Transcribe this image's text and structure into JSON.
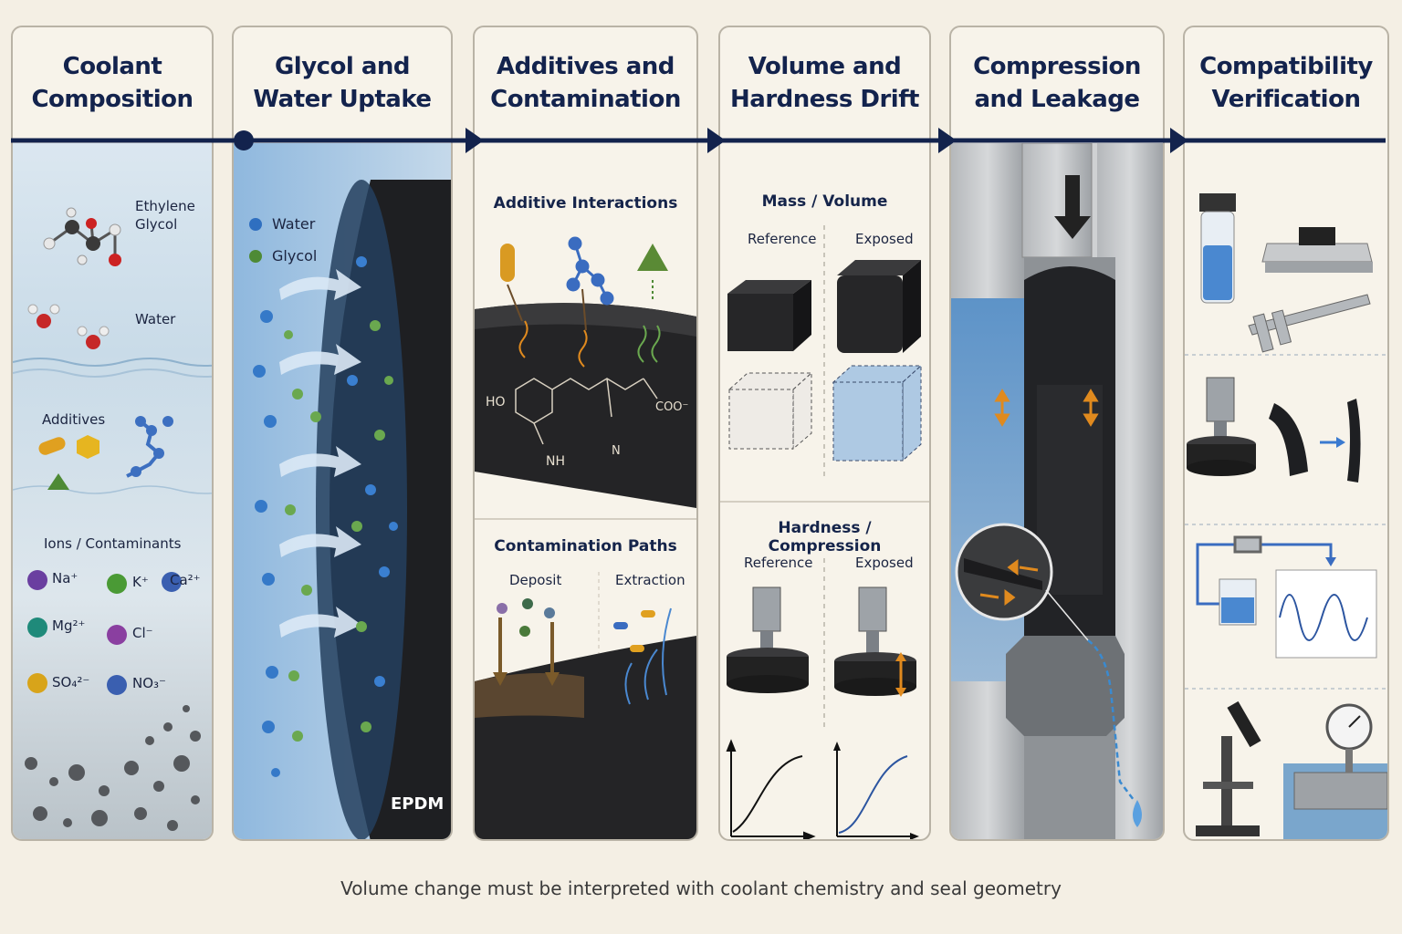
{
  "panels": [
    {
      "title": "Coolant\nComposition"
    },
    {
      "title": "Glycol and\nWater Uptake"
    },
    {
      "title": "Additives and\nContamination"
    },
    {
      "title": "Volume and\nHardness Drift"
    },
    {
      "title": "Compression\nand Leakage"
    },
    {
      "title": "Compatibility\nVerification"
    }
  ],
  "coolant": {
    "ethylene_glycol": "Ethylene\nGlycol",
    "water": "Water",
    "additives": "Additives",
    "ions_heading": "Ions / Contaminants",
    "ions": [
      "Na⁺",
      "K⁺",
      "Ca²⁺",
      "Mg²⁺",
      "Cl⁻",
      "SO₄²⁻",
      "NO₃⁻"
    ]
  },
  "uptake": {
    "legend_water": "Water",
    "legend_glycol": "Glycol",
    "material": "EPDM"
  },
  "additives_panel": {
    "interactions_title": "Additive Interactions",
    "contamination_title": "Contamination Paths",
    "deposit": "Deposit",
    "extraction": "Extraction",
    "chem_ho": "HO",
    "chem_coo": "COO⁻",
    "chem_nh": "NH",
    "chem_n": "N"
  },
  "drift": {
    "mass_volume_title": "Mass / Volume",
    "hardness_title": "Hardness / Compression",
    "reference": "Reference",
    "exposed": "Exposed"
  },
  "caption": "Volume change must be interpreted with coolant chemistry and seal geometry",
  "colors": {
    "navy": "#13234d",
    "water_blue": "#2f6fc0",
    "glycol_green": "#4e8a35",
    "orange": "#e08a1e",
    "rubber": "#1c1c1e"
  }
}
